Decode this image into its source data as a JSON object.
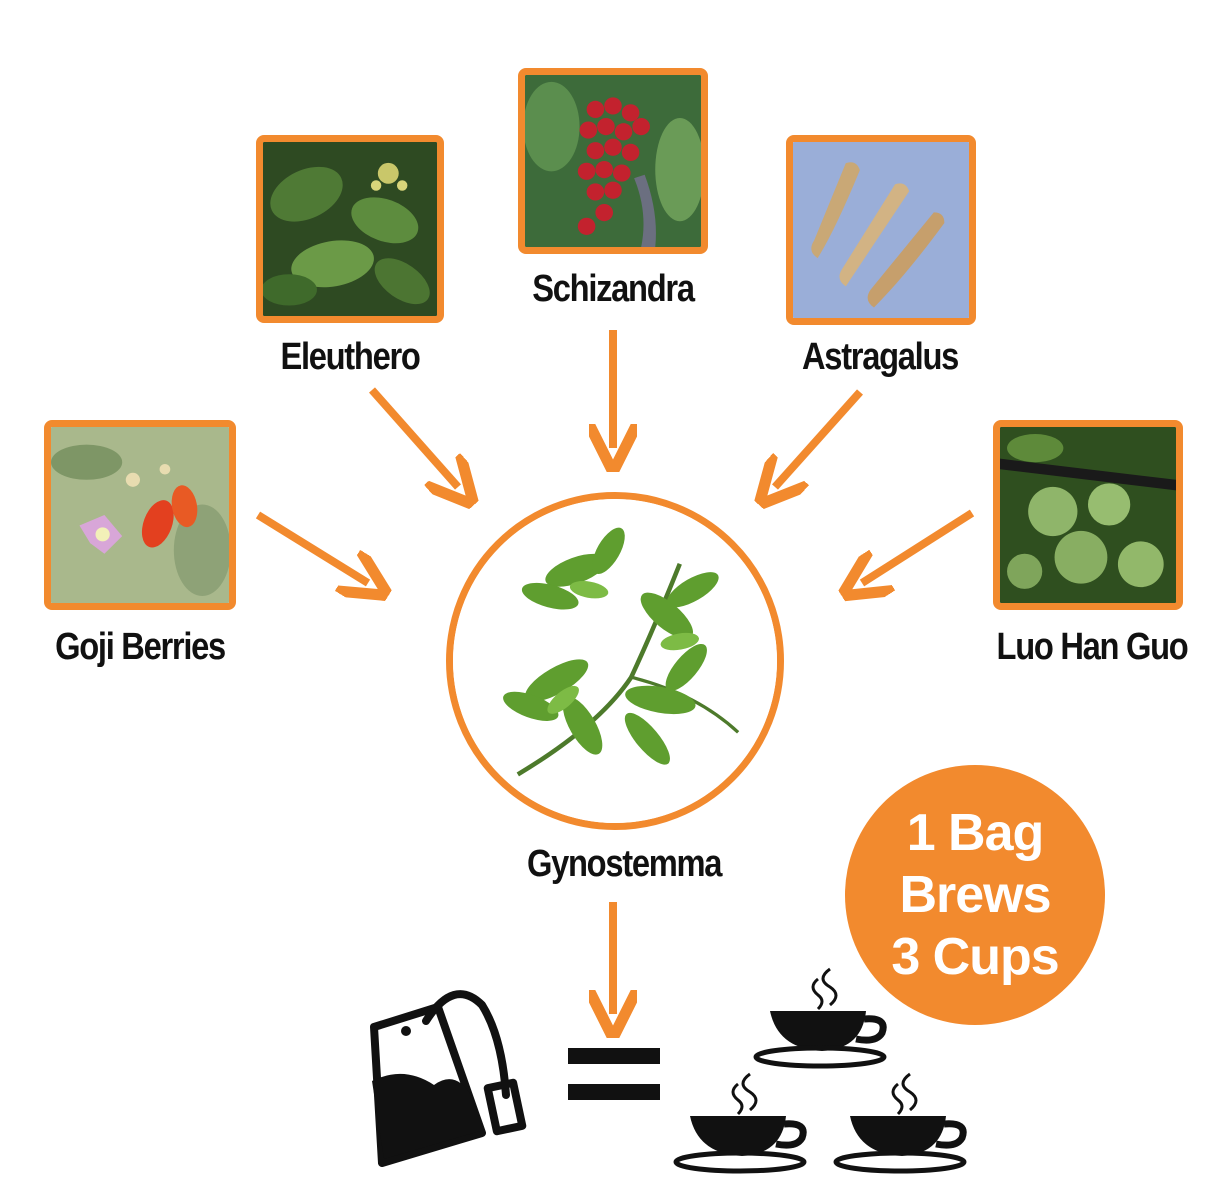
{
  "colors": {
    "accent": "#f28a2e",
    "text": "#111111",
    "icon": "#111111"
  },
  "herbs": [
    {
      "id": "goji",
      "label": "Goji Berries",
      "icon": "goji-berries-photo"
    },
    {
      "id": "eleuthero",
      "label": "Eleuthero",
      "icon": "eleuthero-photo"
    },
    {
      "id": "schizandra",
      "label": "Schizandra",
      "icon": "schizandra-photo"
    },
    {
      "id": "astragalus",
      "label": "Astragalus",
      "icon": "astragalus-photo"
    },
    {
      "id": "luohanguo",
      "label": "Luo Han Guo",
      "icon": "luo-han-guo-photo"
    }
  ],
  "center": {
    "label": "Gynostemma",
    "icon": "gynostemma-illustration"
  },
  "badge": {
    "line1": "1 Bag",
    "line2": "Brews",
    "line3": "3 Cups"
  },
  "result": {
    "bag_icon": "tea-bag-icon",
    "equals_icon": "equals-icon",
    "cup_icon": "tea-cup-icon",
    "cup_count": 3
  }
}
